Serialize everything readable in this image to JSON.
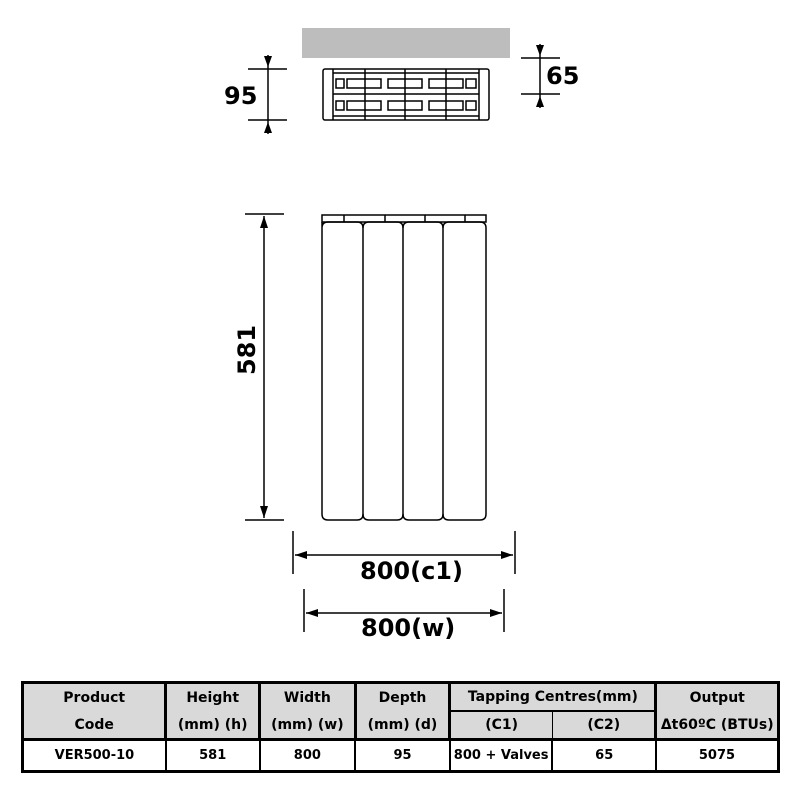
{
  "drawing": {
    "top_view": {
      "depth_label": "95",
      "c2_label": "65"
    },
    "front_view": {
      "height_label": "581",
      "sections": 4,
      "c1_label": "800(c1)",
      "width_label": "800(w)"
    }
  },
  "table": {
    "header_row1": [
      "Product",
      "Height",
      "Width",
      "Depth",
      "Tapping Centres(mm)",
      "Output"
    ],
    "header_row2": [
      "Code",
      "(mm) (h)",
      "(mm) (w)",
      "(mm) (d)",
      "(C1)",
      "(C2)",
      "Δt60ºC (BTUs)"
    ],
    "rows": [
      {
        "product_code": "VER500-10",
        "height": "581",
        "width": "800",
        "depth": "95",
        "c1": "800 + Valves",
        "c2": "65",
        "output": "5075"
      }
    ]
  },
  "colors": {
    "header_bg": "#d9d9d9",
    "wall_bar": "#bdbdbd",
    "line": "#000000"
  }
}
